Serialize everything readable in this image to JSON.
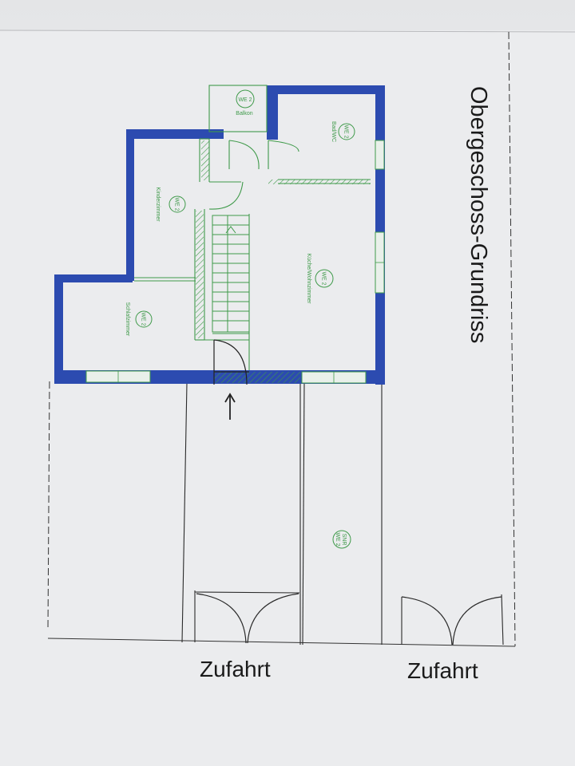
{
  "title": "Obergeschoss-Grundriss",
  "driveway_labels": [
    "Zufahrt",
    "Zufahrt"
  ],
  "colors": {
    "wall": "#2c4bb0",
    "fixture": "#3f9a4a",
    "line": "#2a2a2a",
    "paper": "#e9eaec"
  },
  "rooms": [
    {
      "unit": "WE 2",
      "name": "Balkon"
    },
    {
      "unit": "WE 2",
      "name": "Bad/WC"
    },
    {
      "unit": "WE 2",
      "name": "Kinderzimmer"
    },
    {
      "unit": "WE 2",
      "name": "Küche/Wohnzimmer"
    },
    {
      "unit": "WE 2",
      "name": "Schlafzimmer"
    }
  ],
  "garage": {
    "line1": "SNR",
    "line2": "WE 2"
  },
  "icons": [
    "entrance-arrow-icon"
  ]
}
